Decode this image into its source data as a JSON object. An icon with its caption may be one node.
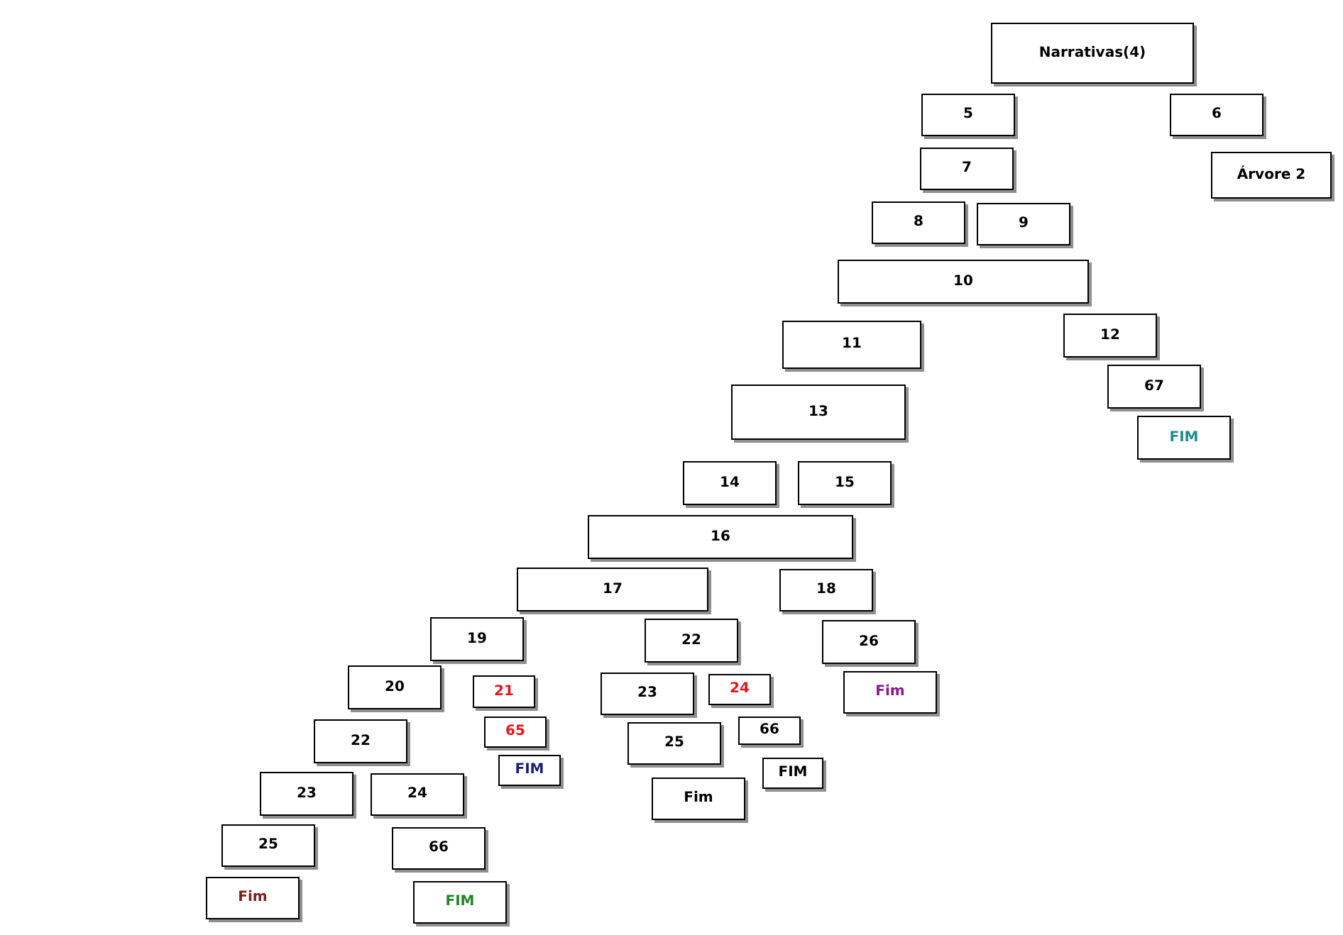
{
  "diagram": {
    "nodes": [
      {
        "text": [
          "Narrativas(4)"
        ]
      },
      {
        "text": [
          "5"
        ]
      },
      {
        "text": [
          "6"
        ]
      },
      {
        "text": [
          "7"
        ]
      },
      {
        "text": [
          "Árvore 2"
        ]
      },
      {
        "text": [
          "8"
        ]
      },
      {
        "text": [
          "9"
        ]
      },
      {
        "text": [
          "10"
        ]
      },
      {
        "text": [
          "11"
        ]
      },
      {
        "text": [
          "12"
        ]
      },
      {
        "text": [
          "67"
        ]
      },
      {
        "text": [
          "13"
        ]
      },
      {
        "text": [
          "FIM"
        ]
      },
      {
        "text": [
          "14"
        ]
      },
      {
        "text": [
          "15"
        ]
      },
      {
        "text": [
          "16"
        ]
      },
      {
        "text": [
          "17"
        ]
      },
      {
        "text": [
          "18"
        ]
      },
      {
        "text": [
          "19"
        ]
      },
      {
        "text": [
          "22"
        ]
      },
      {
        "text": [
          "26"
        ]
      },
      {
        "text": [
          "20"
        ]
      },
      {
        "text": [
          "21"
        ]
      },
      {
        "text": [
          "23"
        ]
      },
      {
        "text": [
          "24"
        ]
      },
      {
        "text": [
          "Fim"
        ]
      },
      {
        "text": [
          "22"
        ]
      },
      {
        "text": [
          "65"
        ]
      },
      {
        "text": [
          "25"
        ]
      },
      {
        "text": [
          "66"
        ]
      },
      {
        "text": [
          "23"
        ]
      },
      {
        "text": [
          "24"
        ]
      },
      {
        "text": [
          "FIM"
        ]
      },
      {
        "text": [
          "Fim"
        ]
      },
      {
        "text": [
          "FIM"
        ]
      },
      {
        "text": [
          "25"
        ]
      },
      {
        "text": [
          "66"
        ]
      },
      {
        "text": [
          "Fim"
        ]
      },
      {
        "text": [
          "FIM"
        ]
      }
    ]
  }
}
